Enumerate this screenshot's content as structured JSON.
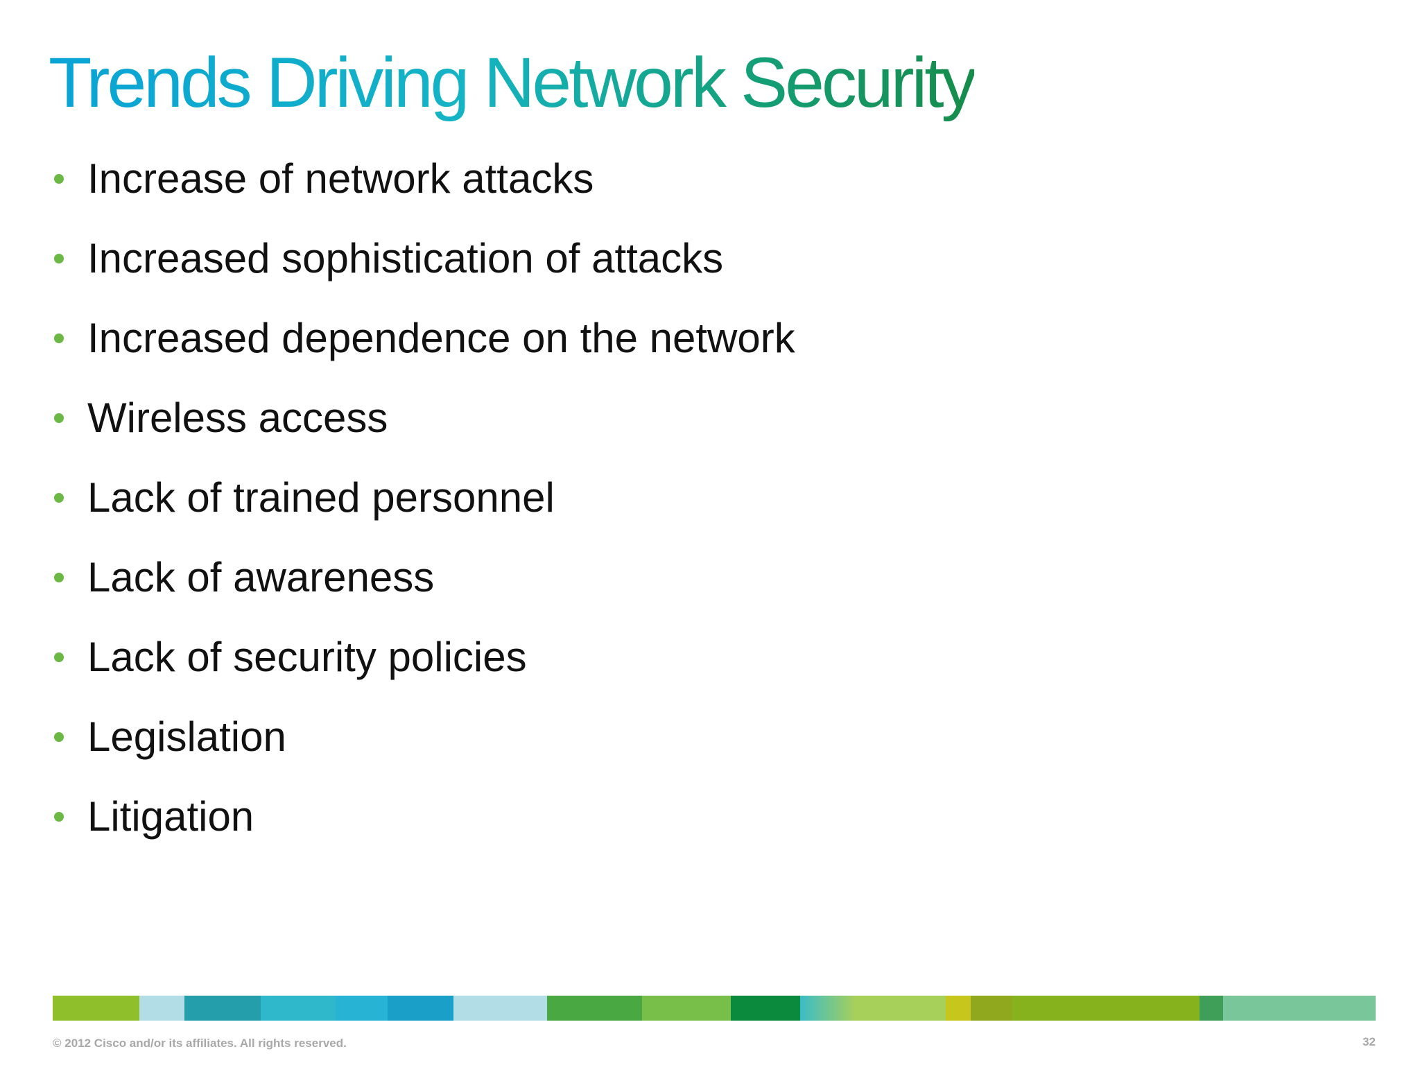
{
  "slide": {
    "title": "Trends Driving Network Security",
    "bullets": [
      "Increase of network attacks",
      "Increased sophistication of attacks",
      "Increased dependence on the network",
      "Wireless access",
      "Lack of trained personnel",
      "Lack of awareness",
      "Lack of security policies",
      "Legislation",
      "Litigation"
    ],
    "footer": {
      "copyright": "© 2012 Cisco and/or its affiliates. All rights reserved.",
      "page_number": "32"
    }
  },
  "colors": {
    "title_gradient": [
      "#0aa3d6",
      "#14b4c4",
      "#14a07a",
      "#168c4a"
    ],
    "bullet_dot": "#6bb944",
    "text": "#111111",
    "footer_text": "#a8a8a8",
    "color_bar": [
      "#8fbf2a",
      "#b3dde6",
      "#249eaa",
      "#2fb8cc",
      "#27b4d4",
      "#1a9fc8",
      "#b3dde6",
      "#b3dde6",
      "#49a842",
      "#77bf48",
      "#0b8a3e",
      "#3bbcc8",
      "#a6d05a",
      "#c6c61c",
      "#8fa81e",
      "#86b21e",
      "#3f9f58",
      "#78c69a",
      "#0b7272"
    ]
  }
}
